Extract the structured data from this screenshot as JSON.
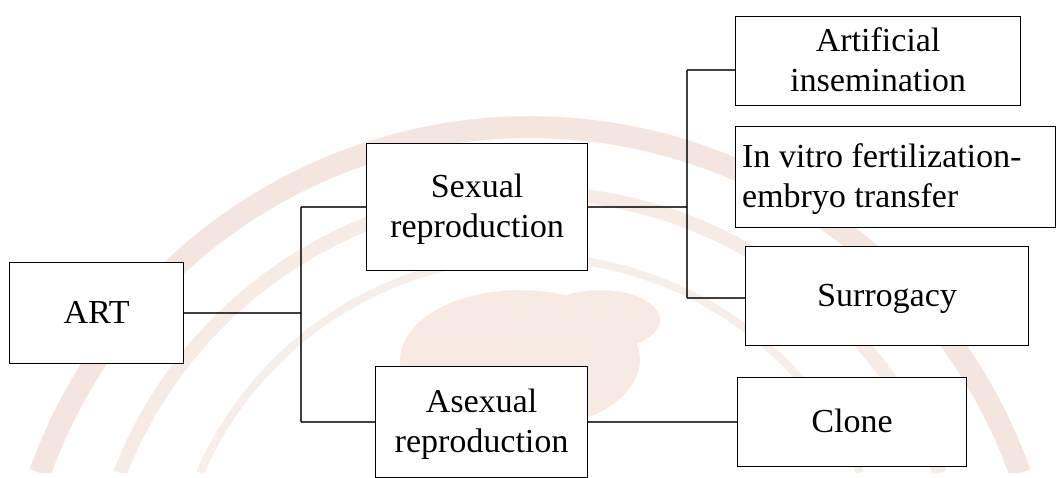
{
  "nodes": {
    "art": {
      "label": "ART"
    },
    "sexual": {
      "line1": "Sexual",
      "line2": "reproduction"
    },
    "asexual": {
      "line1": "Asexual",
      "line2": "reproduction"
    },
    "artificial": {
      "line1": "Artificial",
      "line2": "insemination"
    },
    "ivf": {
      "line1": "In vitro fertilization-",
      "line2": "embryo transfer"
    },
    "surrogacy": {
      "label": "Surrogacy"
    },
    "clone": {
      "label": "Clone"
    }
  },
  "watermark": {
    "ring_color": "#e8c4b8",
    "emblem_color": "#f0d0c2"
  }
}
